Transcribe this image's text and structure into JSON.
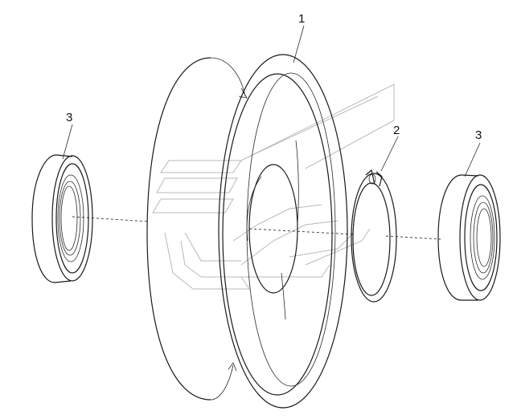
{
  "callouts": {
    "part_1": "1",
    "part_2": "2",
    "part_3_left": "3",
    "part_3_right": "3"
  },
  "parts": [
    {
      "number": "1",
      "name": "wheel-disc"
    },
    {
      "number": "2",
      "name": "retaining-ring"
    },
    {
      "number": "3",
      "name": "bearing"
    }
  ],
  "colors": {
    "line": "#1a1a1a",
    "watermark": "#b8b8b8",
    "background": "#ffffff"
  }
}
